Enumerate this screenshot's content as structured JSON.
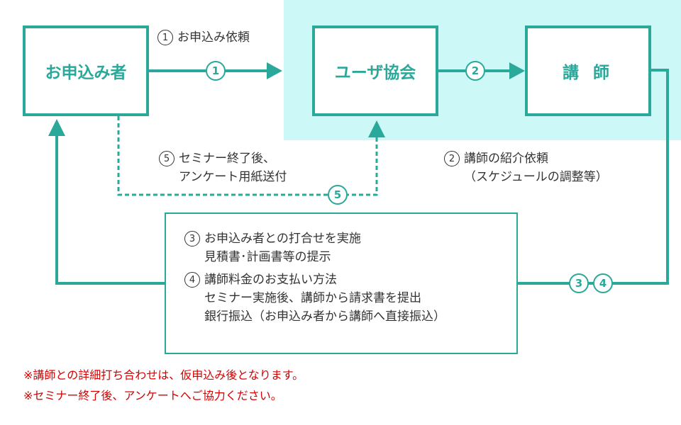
{
  "nodes": {
    "applicant": "お申込み者",
    "association": "ユーザ協会",
    "lecturer": "講 師"
  },
  "badges": {
    "step1": "1",
    "step2": "2",
    "step3": "3",
    "step4": "4",
    "step5": "5"
  },
  "labels": {
    "step1": {
      "num": "1",
      "text": "お申込み依頼"
    },
    "step2": {
      "num": "2",
      "line1": "講師の紹介依頼",
      "line2": "（スケジュールの調整等）"
    },
    "step5": {
      "num": "5",
      "line1": "セミナー終了後、",
      "line2": "アンケート用紙送付"
    }
  },
  "info": {
    "item3": {
      "num": "3",
      "line1": "お申込み者との打合せを実施",
      "line2": "見積書･計画書等の提示"
    },
    "item4": {
      "num": "4",
      "line1": "講師料金のお支払い方法",
      "line2": "セミナー実施後、講師から請求書を提出",
      "line3": "銀行振込（お申込み者から講師へ直接振込）"
    }
  },
  "notes": {
    "note1": "※講師との詳細打ち合わせは、仮申込み後となります。",
    "note2": "※セミナー終了後、アンケートへご協力ください。"
  },
  "colors": {
    "accent": "#2aa89a",
    "highlight": "#ccf8f8",
    "note": "#d60000",
    "text": "#333333"
  }
}
